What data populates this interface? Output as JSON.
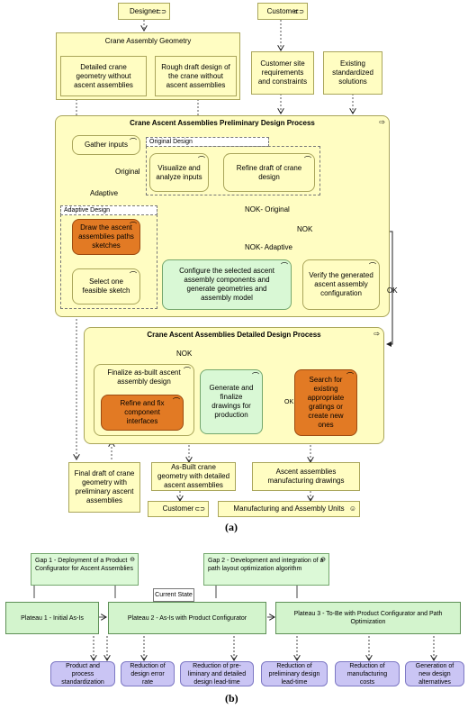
{
  "figure_a": {
    "actors": {
      "designer": "Designer",
      "customer_top": "Customer"
    },
    "geometry_group": {
      "title": "Crane Assembly Geometry",
      "detailed": "Detailed crane geometry without ascent assemblies",
      "rough": "Rough draft design of the crane without ascent assemblies"
    },
    "customer_site": "Customer site requirements and constraints",
    "existing_solutions": "Existing standardized solutions",
    "preliminary": {
      "title": "Crane Ascent Assemblies Preliminary Design Process",
      "gather": "Gather inputs",
      "original_design_tab": "Original Design",
      "original_label": "Original",
      "adaptive_label": "Adaptive",
      "visualize": "Visualize and analyze inputs",
      "refine_draft": "Refine draft of crane design",
      "adaptive_design_tab": "Adaptive Design",
      "draw_paths": "Draw the ascent assemblies paths sketches",
      "select_sketch": "Select one feasible sketch",
      "configure": "Configure the selected ascent assembly components and generate geometries and assembly model",
      "verify": "Verify the generated ascent assembly configuration",
      "nok_original": "NOK- Original",
      "nok_adaptive": "NOK- Adaptive",
      "nok": "NOK",
      "ok": "OK"
    },
    "detailed": {
      "title": "Crane Ascent Assemblies Detailed Design Process",
      "nok": "NOK",
      "finalize_asbuilt": "Finalize as-built ascent assembly design",
      "refine_fix": "Refine and fix component interfaces",
      "generate_drawings": "Generate and finalize drawings for production",
      "ok": "OK",
      "search_gratings": "Search for existing appropriate gratings or create new ones"
    },
    "outputs": {
      "final_draft": "Final draft of crane geometry with preliminary ascent assemblies",
      "asbuilt": "As-Built crane geometry with detailed ascent assemblies",
      "drawings": "Ascent assemblies manufacturing drawings",
      "customer_bottom": "Customer",
      "manufacturing": "Manufacturing and Assembly Units"
    },
    "caption": "(a)"
  },
  "figure_b": {
    "gap1": "Gap 1 - Deployment of a Product Configurator for Ascent Assemblies",
    "gap2": "Gap 2 - Development and integration of a path layout optimization algorithm",
    "current_state": "Current State",
    "plateau1": "Plateau 1 - Initial As-Is",
    "plateau2": "Plateau 2 - As-Is with Product Configurator",
    "plateau3": "Plateau 3 - To-Be with Product Configurator and Path Optimization",
    "goals": [
      "Product and process standardization",
      "Reduction of design error rate",
      "Reduction of pre-liminary and detailed design lead-time",
      "Reduction of preliminary design lead-time",
      "Reduction of manufacturing costs",
      "Generation of new design alternatives"
    ],
    "caption": "(b)"
  },
  "colors": {
    "business_yellow": "#fffdc2",
    "process_orange": "#e27a24",
    "process_green": "#d9f8d5",
    "plateau_green": "#d3f4cd",
    "goal_purple": "#cac5f4"
  }
}
